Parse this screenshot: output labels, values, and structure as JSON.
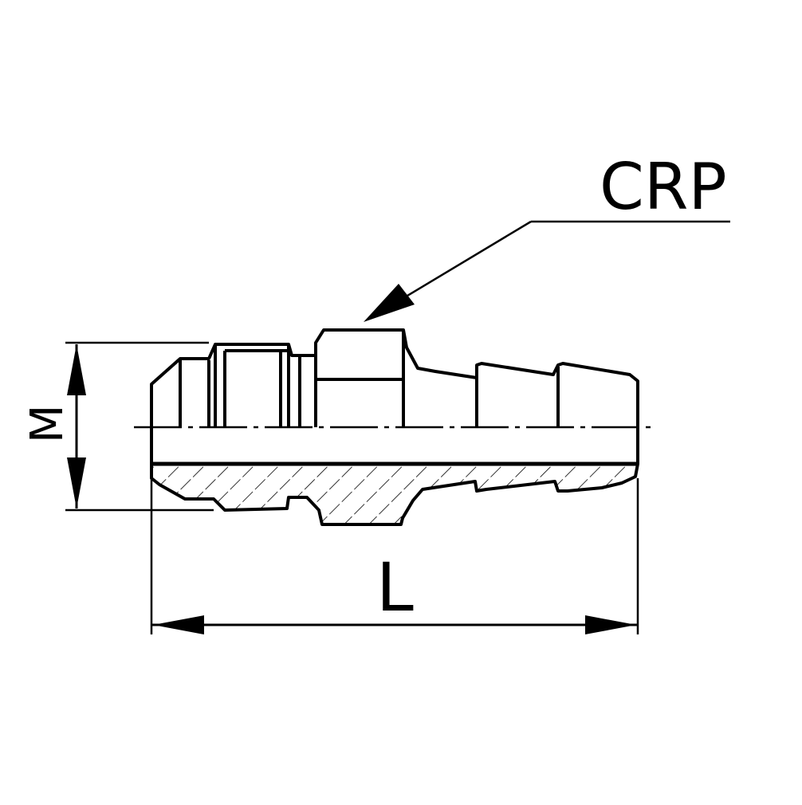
{
  "labels": {
    "crp": "CRP",
    "length": "L",
    "thread": "M"
  },
  "colors": {
    "line": "#000000",
    "background": "#ffffff"
  }
}
